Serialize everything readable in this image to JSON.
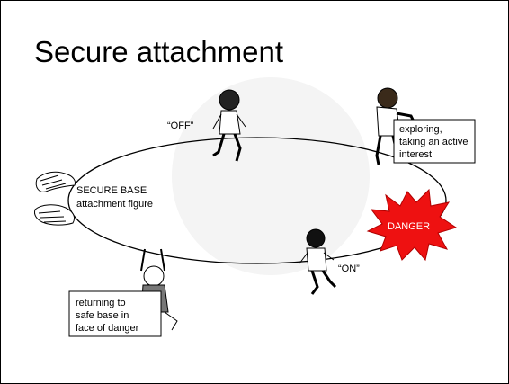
{
  "slide": {
    "title": "Secure attachment"
  },
  "diagram": {
    "labels": {
      "off": "“OFF”",
      "on": "“ON”",
      "secure_base_line1": "SECURE BASE",
      "secure_base_line2": "attachment figure",
      "danger": "DANGER"
    },
    "boxes": {
      "exploring": [
        "exploring,",
        "taking an active",
        "interest"
      ],
      "returning": [
        "returning to",
        "safe base in",
        "face of danger"
      ]
    },
    "icons": [
      "hands-icon",
      "child-running-icon",
      "child-climbing-icon",
      "child-reaching-icon",
      "danger-burst-icon"
    ],
    "colors": {
      "danger_fill": "#ee1111",
      "ink": "#000000",
      "background": "#ffffff"
    }
  }
}
